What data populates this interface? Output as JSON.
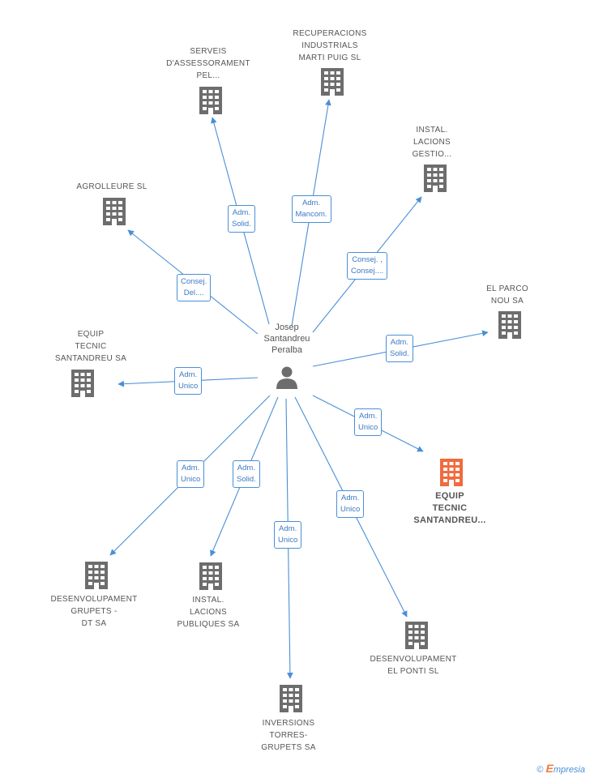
{
  "center": {
    "lines": [
      "Josep",
      "Santandreu",
      "Peralba"
    ],
    "icon": "person-icon"
  },
  "colors": {
    "edge": "#4a8fd6",
    "building": "#6d6d6d",
    "highlight": "#f26a3d"
  },
  "nodes": [
    {
      "id": "serveis",
      "lines": [
        "SERVEIS",
        "D'ASSESSORAMENT",
        "PEL..."
      ],
      "role": [
        "Adm.",
        "Solid."
      ]
    },
    {
      "id": "recuperacions",
      "lines": [
        "RECUPERACIONS",
        "INDUSTRIALS",
        "MARTI PUIG SL"
      ],
      "role": [
        "Adm.",
        "Mancom."
      ]
    },
    {
      "id": "instal-gestio",
      "lines": [
        "INSTAL.",
        "LACIONS",
        "GESTIO..."
      ],
      "role": [
        "Consej. ,",
        "Consej...."
      ]
    },
    {
      "id": "agrolleure",
      "lines": [
        "AGROLLEURE SL"
      ],
      "role": [
        "Consej.",
        "Del...."
      ]
    },
    {
      "id": "el-parco",
      "lines": [
        "EL PARCO",
        "NOU SA"
      ],
      "role": [
        "Adm.",
        "Solid."
      ]
    },
    {
      "id": "equip-tecnic-left",
      "lines": [
        "EQUIP",
        "TECNIC",
        "SANTANDREU SA"
      ],
      "role": [
        "Adm.",
        "Unico"
      ]
    },
    {
      "id": "equip-tecnic-main",
      "lines": [
        "EQUIP",
        "TECNIC",
        "SANTANDREU..."
      ],
      "role": [
        "Adm.",
        "Unico"
      ],
      "highlight": true
    },
    {
      "id": "desenvolupament-grupets",
      "lines": [
        "DESENVOLUPAMENT",
        "GRUPETS -",
        "DT SA"
      ],
      "role": [
        "Adm.",
        "Unico"
      ]
    },
    {
      "id": "instal-publiques",
      "lines": [
        "INSTAL.",
        "LACIONS",
        "PUBLIQUES SA"
      ],
      "role": [
        "Adm.",
        "Solid."
      ]
    },
    {
      "id": "inversions",
      "lines": [
        "INVERSIONS",
        "TORRES-",
        "GRUPETS SA"
      ],
      "role": [
        "Adm.",
        "Unico"
      ]
    },
    {
      "id": "desenvolupament-ponti",
      "lines": [
        "DESENVOLUPAMENT",
        "EL PONTI SL"
      ],
      "role": [
        "Adm.",
        "Unico"
      ]
    }
  ],
  "footer": {
    "symbol": "©",
    "brand_first": "E",
    "brand_rest": "mpresia"
  }
}
